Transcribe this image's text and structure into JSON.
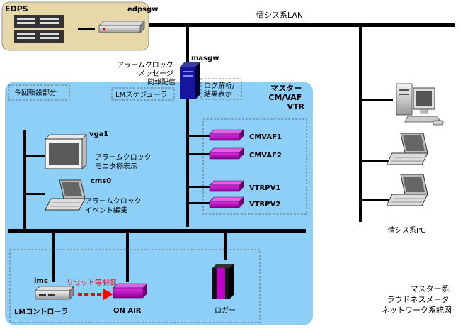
{
  "network": {
    "lan_label": "情シス系LAN",
    "pc_group_label": "情シス系PC"
  },
  "edps_block": {
    "label": "EDPS",
    "gateway_label": "edpsgw"
  },
  "masgw": {
    "label": "masgw",
    "alarm_label_lines": [
      "アラームクロック",
      "メッセージ",
      "同報配信"
    ],
    "scheduler_label": "LMスケジューラ",
    "log_label_lines": [
      "ログ解析/",
      "結果表示"
    ]
  },
  "new_section": {
    "label": "今回新設部分"
  },
  "master_group": {
    "title_lines": [
      "マスター",
      "CM/VAF",
      "VTR"
    ],
    "devices": [
      "CMVAF1",
      "CMVAF2",
      "VTRPV1",
      "VTRPV2"
    ]
  },
  "vga1": {
    "label": "vga1",
    "desc_lines": [
      "アラームクロック",
      "モニタ棚表示"
    ]
  },
  "cms0": {
    "label": "cms0",
    "desc_lines": [
      "アラームクロック",
      "イベント編集"
    ]
  },
  "bottom": {
    "lmc_label": "lmc",
    "reset_label": "リセット等制御",
    "controller_label": "LMコントローラ",
    "onair_label": "ON AIR",
    "logger_label": "ロガー"
  },
  "caption_lines": [
    "マスター系",
    "ラウドネスメータ",
    "ネットワーク系統図"
  ],
  "colors": {
    "edps_bg": "#e6d8a8",
    "master_bg": "#8ecff7",
    "device_purple": "#c000c8",
    "reset_red": "#ff0000"
  }
}
